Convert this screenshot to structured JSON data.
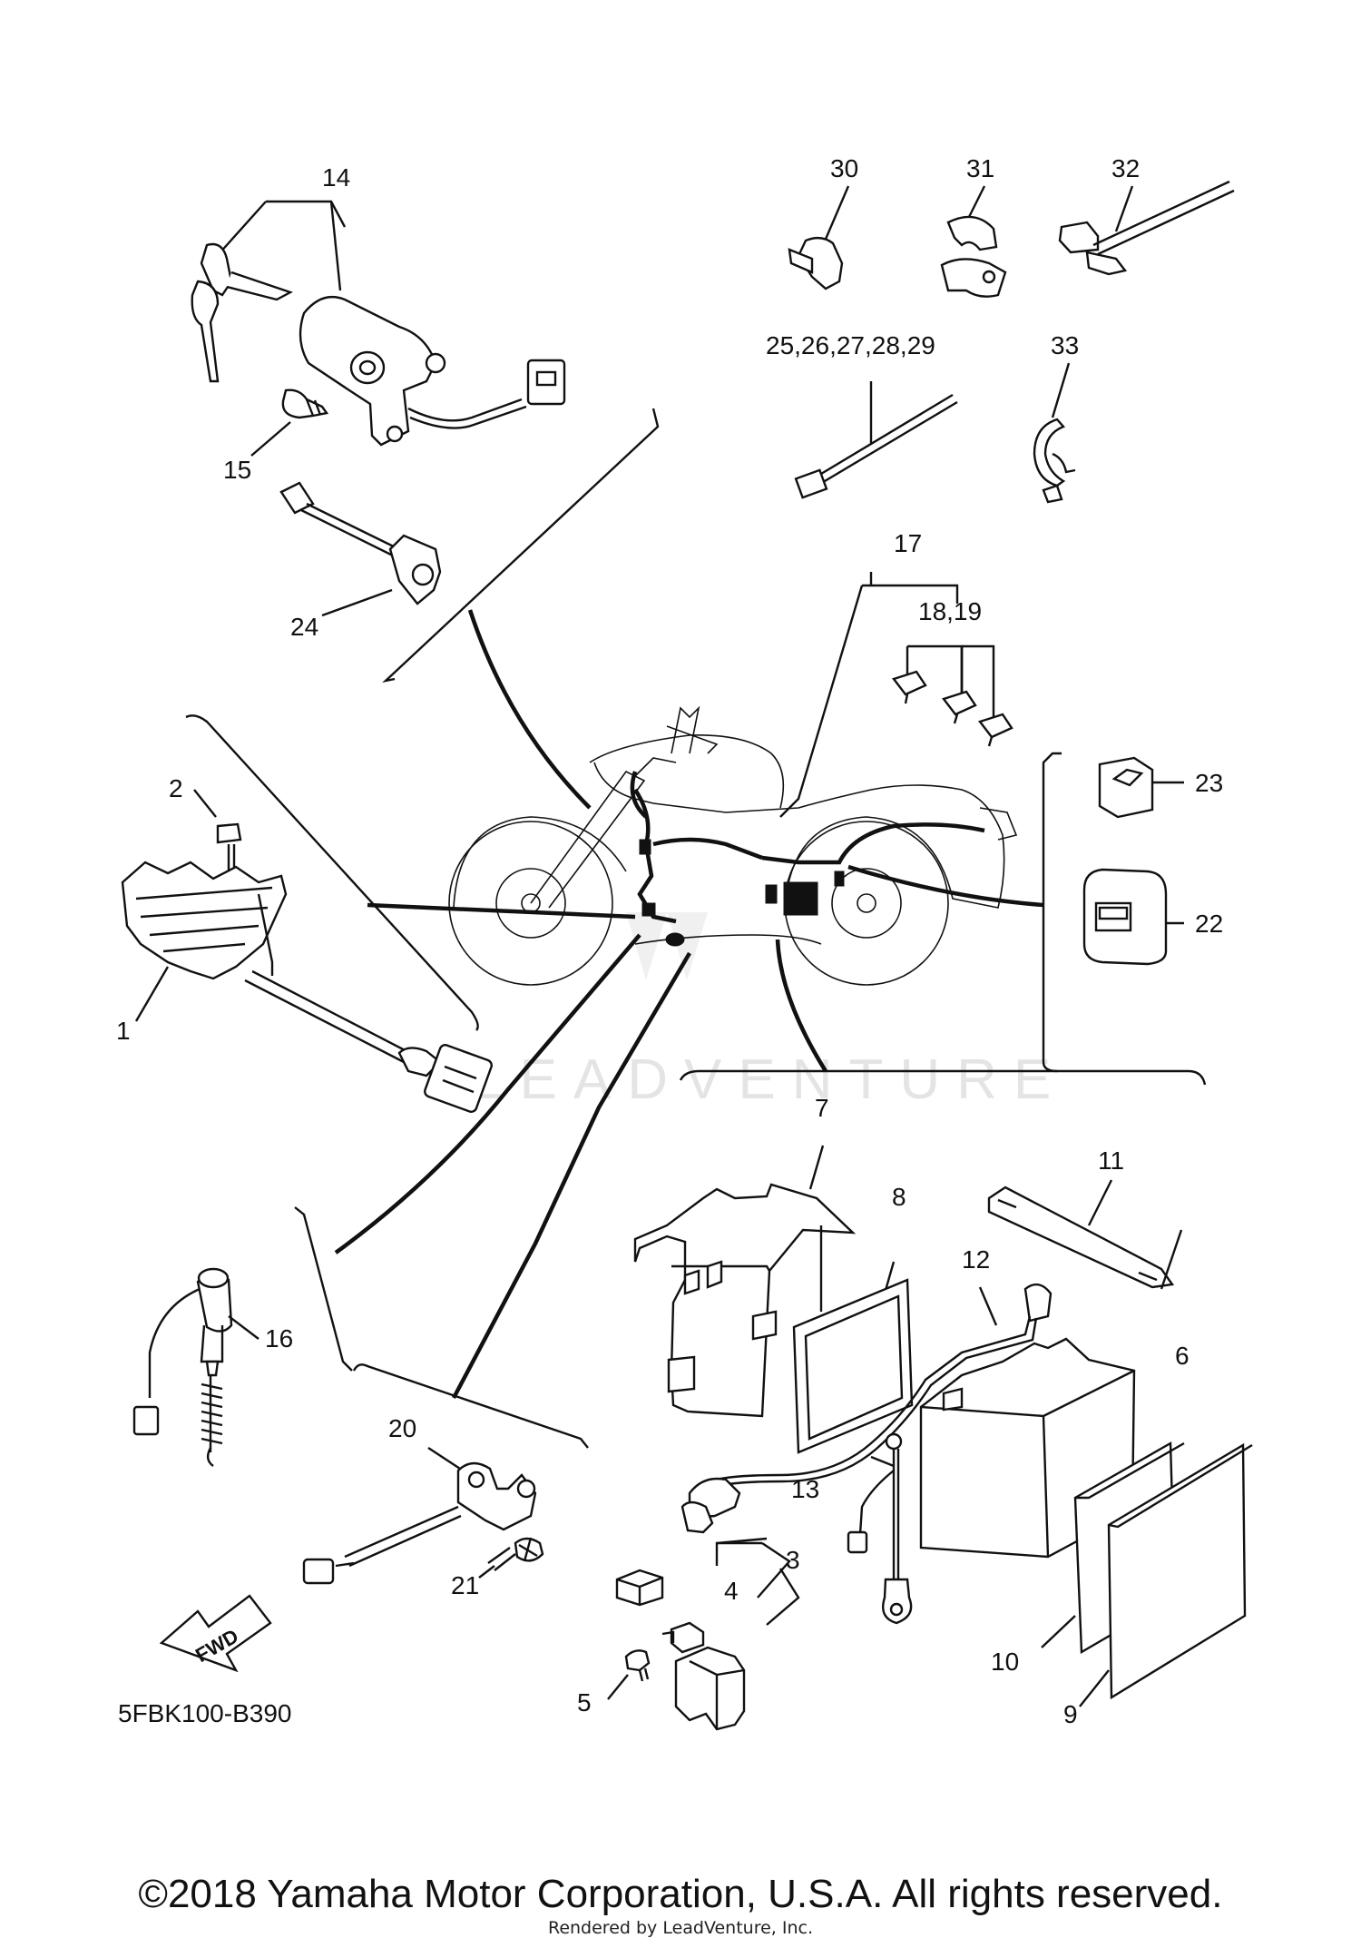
{
  "diagram_code": "5FBK100-B390",
  "watermark": "LEADVENTURE",
  "fwd_label": "FWD",
  "copyright": "©2018 Yamaha Motor Corporation, U.S.A. All rights reserved.",
  "rendered_by": "Rendered by LeadVenture, Inc.",
  "callouts": {
    "c1": "1",
    "c2": "2",
    "c3": "3",
    "c4": "4",
    "c5": "5",
    "c6": "6",
    "c7": "7",
    "c8": "8",
    "c9": "9",
    "c10": "10",
    "c11": "11",
    "c12": "12",
    "c13": "13",
    "c14": "14",
    "c15": "15",
    "c16": "16",
    "c17": "17",
    "c18_19": "18,19",
    "c20": "20",
    "c21": "21",
    "c22": "22",
    "c23": "23",
    "c24": "24",
    "c25_29": "25,26,27,28,29",
    "c30": "30",
    "c31": "31",
    "c32": "32",
    "c33": "33"
  }
}
